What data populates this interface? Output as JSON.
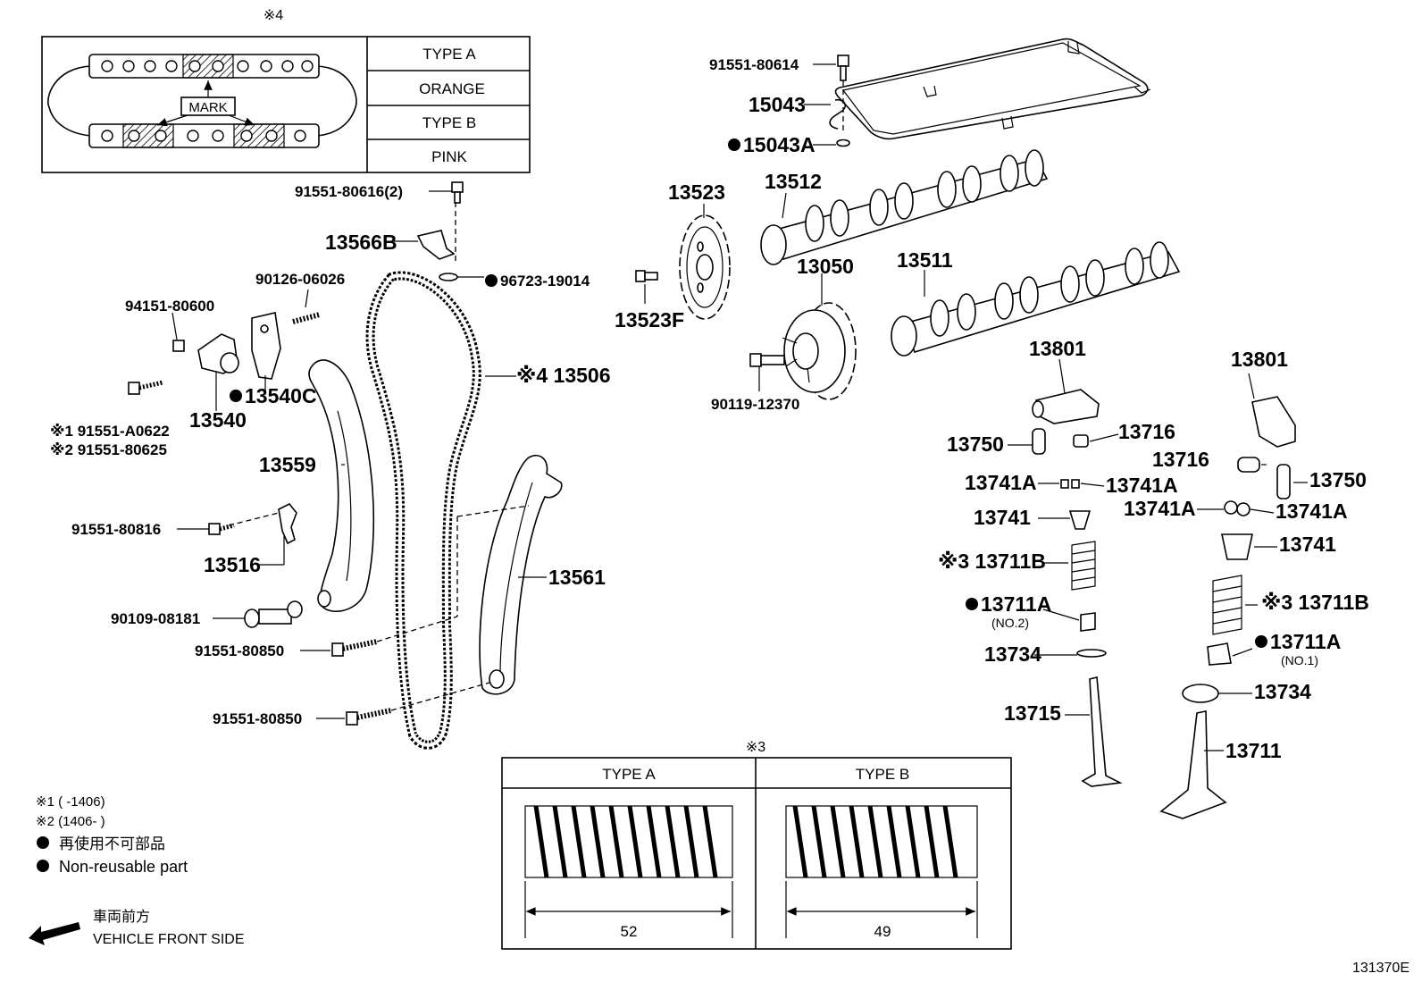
{
  "chain_type_box": {
    "mark": "※4",
    "mark_label": "MARK",
    "rows": [
      "TYPE A",
      "ORANGE",
      "TYPE B",
      "PINK"
    ]
  },
  "spring_type_box": {
    "mark": "※3",
    "type_a": {
      "label": "TYPE A",
      "length": "52"
    },
    "type_b": {
      "label": "TYPE B",
      "length": "49"
    }
  },
  "callouts": {
    "p91551_80614": "91551-80614",
    "p15043": "15043",
    "p15043A": "15043A",
    "p13523": "13523",
    "p13512": "13512",
    "p91551_80616": "91551-80616(2)",
    "p13566B": "13566B",
    "p96723_19014": "96723-19014",
    "p13523F": "13523F",
    "p13050": "13050",
    "p13511": "13511",
    "p90126_06026": "90126-06026",
    "p94151_80600": "94151-80600",
    "p13506": "※4 13506",
    "p13540C": "13540C",
    "p13540": "13540",
    "p91551_A0622": "※1 91551-A0622",
    "p91551_80625": "※2 91551-80625",
    "p90119_12370": "90119-12370",
    "p13801_l": "13801",
    "p13801_r": "13801",
    "p13750_l": "13750",
    "p13716_l": "13716",
    "p13716_r": "13716",
    "p13750_r": "13750",
    "p13741A_1": "13741A",
    "p13741A_2": "13741A",
    "p13741A_3": "13741A",
    "p13741A_4": "13741A",
    "p13741_l": "13741",
    "p13741_r": "13741",
    "p13711B_l": "※3 13711B",
    "p13711B_r": "※3 13711B",
    "p13711A_l": "13711A",
    "p13711A_l_sub": "(NO.2)",
    "p13711A_r": "13711A",
    "p13711A_r_sub": "(NO.1)",
    "p13734_l": "13734",
    "p13734_r": "13734",
    "p13715": "13715",
    "p13711": "13711",
    "p13559": "13559",
    "p91551_80816": "91551-80816",
    "p13516": "13516",
    "p13561": "13561",
    "p90109_08181": "90109-08181",
    "p91551_80850_a": "91551-80850",
    "p91551_80850_b": "91551-80850"
  },
  "notes": {
    "n1": "※1 (      -1406)",
    "n2": "※2 (1406-      )",
    "non_reusable_jp": "再使用不可部品",
    "non_reusable_en": "Non-reusable part",
    "front_jp": "車両前方",
    "front_en": "VEHICLE FRONT SIDE"
  },
  "diagram_id": "131370E"
}
